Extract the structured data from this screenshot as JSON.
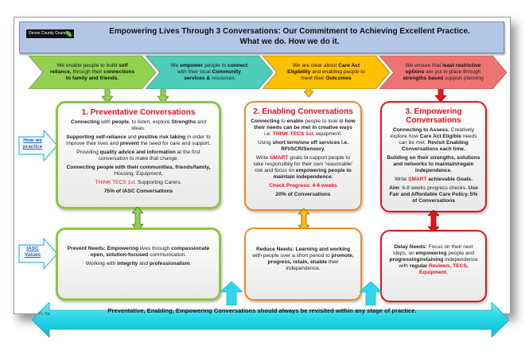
{
  "header": {
    "logo_text": "Devon County Council",
    "title_line1": "Empowering Lives Through 3 Conversations: Our Commitment to Achieving Excellent Practice.",
    "title_line2": "What we do. How we do it."
  },
  "colors": {
    "header_bg": "#b4c6e7",
    "chevron_green": "#92d050",
    "chevron_teal": "#4ecdb8",
    "chevron_amber": "#ffc000",
    "chevron_red": "#ee7474",
    "preventative": "#8cc63f",
    "enabling": "#ef8a2a",
    "empowering": "#e8121b",
    "cyan_arrow": "#2fd8e8",
    "emphasis_red": "#e8121b",
    "link_blue": "#2a63c5"
  },
  "chevrons": [
    {
      "pre": "We enable people to build ",
      "b1": "self reliance,",
      "mid": " through their ",
      "b2": "connections to family and friends."
    },
    {
      "pre": "We ",
      "b1": "empower",
      "mid": " people to ",
      "b2": "connect",
      "post": " with their local ",
      "b3": "Community services &",
      "post2": " resources"
    },
    {
      "pre": "We are clear about ",
      "b1": "Care Act Eligibility",
      "mid": " and enabling people to meet their ",
      "b2": "Outcomes"
    },
    {
      "pre": "We ensure that ",
      "b1": "least restrictive options",
      "mid": " are put in place through ",
      "b2": "strengths based",
      "post": " support planning"
    }
  ],
  "side_labels": {
    "how_we_practice": "How we practice",
    "iasc_values": "IASC Values"
  },
  "preventative": {
    "heading": "1. Preventative Conversations",
    "p1": {
      "b1": "Connecting",
      "t1": " with ",
      "b2": "people",
      "t2": ", to listen, explore ",
      "b3": "Strengths",
      "t3": " and ideas."
    },
    "p2": {
      "b1": "Supporting self-reliance",
      "t1": " and ",
      "b2": "positive risk taking",
      "t2": " in order to improve their lives and ",
      "b3": "prevent",
      "t3": " the need for care and support."
    },
    "p3": {
      "t1": "Providing ",
      "b1": "quality advice and information",
      "t2": " at the first conversation to make that change."
    },
    "p4": {
      "b1": "Connecting people with their communities, friends/family,",
      "t1": " Housing, Equipment,"
    },
    "p5": {
      "r1": "THINK TECS 1st",
      "t1": ".  Supporting Carers."
    },
    "p6": "75% of IASC Conversations"
  },
  "enabling": {
    "heading": "2. Enabling Conversations",
    "p1": {
      "b1": "Connecting",
      "t1": " to ",
      "b2": "enable",
      "t2": " people to look at ",
      "b3": "how their needs can be met in creative ways",
      "t3": " i.e. ",
      "r1": "THINK TECS 1st",
      "t4": ", equipment."
    },
    "p2": {
      "t1": "Using ",
      "b1": "short term/one off services i.e. RFI/SCR/Sensory."
    },
    "p3": {
      "t1": "Write ",
      "r1": "SMART",
      "t2": " goals to support people to take responsibily for their own 'reasonable' risk and focus on ",
      "b1": "empowering people to maintain independence."
    },
    "p4": "Check Progress: 4-6 weeks",
    "p5": "20% of Conversations"
  },
  "empowering": {
    "heading": "3. Empowering Conversations",
    "p1": {
      "b1": "Connecting to Assess.",
      "t1": " Creatively explore how ",
      "b2": "Care Act Eligible",
      "t2": " needs can be met. ",
      "b3": "Revisit Enabling Conversations each time."
    },
    "p2": {
      "b1": "Building on their strengths, solutions and networks to maintain/regain independence."
    },
    "p3": {
      "t1": "Write ",
      "r1": "SMART",
      "b1": " achievable Goals."
    },
    "p4": {
      "b1": "Aim",
      "t1": ": 6-8 weeks progress checks.  ",
      "b2": "Use Fair and Affordable Care Policy.  5% of Conversations"
    }
  },
  "values": {
    "prevent": {
      "b1": "Prevent Needs: Empowering",
      "t1": " lives through ",
      "b2": "compassionate open, solution-focused",
      "t2": " communication."
    },
    "prevent2": {
      "t1": "Working with ",
      "b1": "integrity",
      "t2": " and ",
      "b2": "professionalism",
      "t3": "."
    },
    "reduce": {
      "b1": "Reduce Needs: Learning and working",
      "t1": " with people over a short period to ",
      "b2": "promote, progress, retain, enable",
      "t2": " their independence."
    },
    "delay": {
      "b1": "Delay Needs:",
      "t1": " Focus on their next steps, on ",
      "b2": "empowering",
      "t2": " people and ",
      "b3": "progressing/retaining",
      "t3": " independence with ",
      "b4": "regular",
      "r1": "Reviews, TECS, Equipment",
      "t4": "."
    }
  },
  "footer": {
    "banner_text": "Preventative, Enabling, Empowering Conversations should always be revisited within any stage of practice.",
    "version": "V1.7jw"
  }
}
